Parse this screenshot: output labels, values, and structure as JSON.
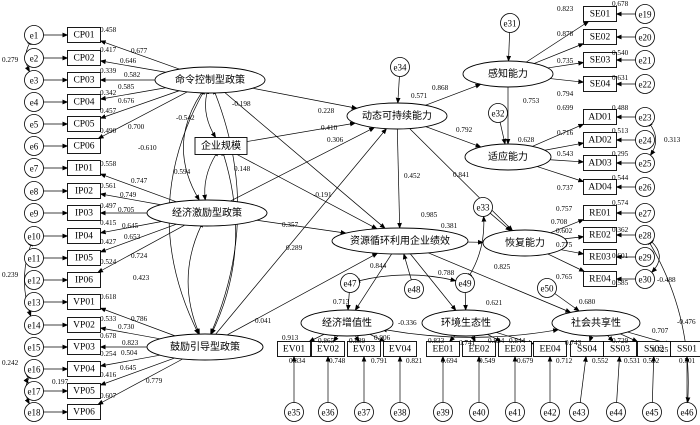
{
  "latent": {
    "l_cmd": {
      "label": "命令控制型政策"
    },
    "l_scale": {
      "label": "企业规模"
    },
    "l_econ": {
      "label": "经济激励型政策"
    },
    "l_guide": {
      "label": "鼓励引导型政策"
    },
    "l_sus": {
      "label": "动态可持续能力"
    },
    "l_perc": {
      "label": "感知能力"
    },
    "l_adapt": {
      "label": "适应能力"
    },
    "l_perf": {
      "label": "资源循环利用企业绩效"
    },
    "l_rec": {
      "label": "恢复能力"
    },
    "l_ev": {
      "label": "经济增值性"
    },
    "l_ee": {
      "label": "环境生态性"
    },
    "l_ss": {
      "label": "社会共享性"
    }
  },
  "observed": {
    "CP01": {
      "label": "CP01"
    },
    "CP02": {
      "label": "CP02"
    },
    "CP03": {
      "label": "CP03"
    },
    "CP04": {
      "label": "CP04"
    },
    "CP05": {
      "label": "CP05"
    },
    "CP06": {
      "label": "CP06"
    },
    "IP01": {
      "label": "IP01"
    },
    "IP02": {
      "label": "IP02"
    },
    "IP03": {
      "label": "IP03"
    },
    "IP04": {
      "label": "IP04"
    },
    "IP05": {
      "label": "IP05"
    },
    "IP06": {
      "label": "IP06"
    },
    "VP01": {
      "label": "VP01"
    },
    "VP02": {
      "label": "VP02"
    },
    "VP03": {
      "label": "VP03"
    },
    "VP04": {
      "label": "VP04"
    },
    "VP05": {
      "label": "VP05"
    },
    "VP06": {
      "label": "VP06"
    },
    "SE01": {
      "label": "SE01"
    },
    "SE02": {
      "label": "SE02"
    },
    "SE03": {
      "label": "SE03"
    },
    "SE04": {
      "label": "SE04"
    },
    "AD01": {
      "label": "AD01"
    },
    "AD02": {
      "label": "AD02"
    },
    "AD03": {
      "label": "AD03"
    },
    "AD04": {
      "label": "AD04"
    },
    "RE01": {
      "label": "RE01"
    },
    "RE02": {
      "label": "RE02"
    },
    "RE03": {
      "label": "RE03"
    },
    "RE04": {
      "label": "RE04"
    },
    "EV01": {
      "label": "EV01"
    },
    "EV02": {
      "label": "EV02"
    },
    "EV03": {
      "label": "EV03"
    },
    "EV04": {
      "label": "EV04"
    },
    "EE01": {
      "label": "EE01"
    },
    "EE02": {
      "label": "EE02"
    },
    "EE03": {
      "label": "EE03"
    },
    "EE04": {
      "label": "EE04"
    },
    "SS04": {
      "label": "SS04"
    },
    "SS03": {
      "label": "SS03"
    },
    "SS02": {
      "label": "SS02"
    },
    "SS01": {
      "label": "SS01"
    }
  },
  "errors": {
    "e1": "e1",
    "e2": "e2",
    "e3": "e3",
    "e4": "e4",
    "e5": "e5",
    "e6": "e6",
    "e7": "e7",
    "e8": "e8",
    "e9": "e9",
    "e10": "e10",
    "e11": "e11",
    "e12": "e12",
    "e13": "e13",
    "e14": "e14",
    "e15": "e15",
    "e16": "e16",
    "e17": "e17",
    "e18": "e18",
    "e19": "e19",
    "e20": "e20",
    "e21": "e21",
    "e22": "e22",
    "e23": "e23",
    "e24": "e24",
    "e25": "e25",
    "e26": "e26",
    "e27": "e27",
    "e28": "e28",
    "e29": "e29",
    "e30": "e30",
    "e31": "e31",
    "e32": "e32",
    "e33": "e33",
    "e34": "e34",
    "e35": "e35",
    "e36": "e36",
    "e37": "e37",
    "e38": "e38",
    "e39": "e39",
    "e40": "e40",
    "e41": "e41",
    "e42": "e42",
    "e43": "e43",
    "e44": "e44",
    "e45": "e45",
    "e46": "e46",
    "e47": "e47",
    "e48": "e48",
    "e49": "e49",
    "e50": "e50"
  },
  "coef": {
    "cp1_sq": "0.458",
    "cp1_ld": "0.677",
    "cp2_sq": "0.417",
    "cp2_ld": "0.646",
    "cp3_sq": "0.339",
    "cp3_ld": "0.582",
    "cp4_sq": "0.342",
    "cp4_ld": "0.585",
    "cp5_sq": "0.457",
    "cp5_ld": "0.676",
    "cp6_sq": "0.490",
    "cp6_ld": "0.700",
    "e1e3": "0.279",
    "ip1_sq": "0.558",
    "ip1_ld": "0.747",
    "ip2_sq": "0.561",
    "ip2_ld": "0.749",
    "ip3_sq": "0.497",
    "ip3_ld": "0.705",
    "ip4_sq": "0.415",
    "ip4_ld": "0.645",
    "ip5_sq": "0.427",
    "ip5_ld": "0.653",
    "ip6_sq": "0.524",
    "ip6_ld": "0.724",
    "e10e14": "0.239",
    "vp1_sq": "0.618",
    "vp1_ld": "0.786",
    "vp2_sq": "0.533",
    "vp2_ld": "0.730",
    "vp3_sq": "0.678",
    "vp3_ld": "0.823",
    "vp4_sq": "0.254",
    "vp4_ld": "0.504",
    "vp5_sq": "0.416",
    "vp5_ld": "0.645",
    "vp6_sq": "0.607",
    "vp6_ld": "0.779",
    "e16e18": "0.242",
    "e16e17": "0.197",
    "cmd_scale": "-0.542",
    "cmd_econ": "-0.610",
    "scale_econ": "0.594",
    "econ_guide": "0.423",
    "cmd_guide_a": "-0.198",
    "cmd_guide_b": "-0.191",
    "cmd_sus": "0.228",
    "scale_sus": "0.410",
    "econ_sus": "0.306",
    "guide_sus": "0.289",
    "scale_perf": "0.148",
    "econ_perf": "0.357",
    "guide_perf": "0.041",
    "sus_perc": "0.868",
    "sus_perc_r": "0.571",
    "sus_adapt": "0.792",
    "sus_rec": "0.841",
    "sus_perf": "0.452",
    "perf_rec": "0.985",
    "rec_r": "0.381",
    "perf_ev": "0.844",
    "perf_ee": "0.788",
    "perf_ss": "0.825",
    "ev_ss": "-0.336",
    "ee_cov": "0.621",
    "ev_r": "0.713",
    "ss_r": "0.680",
    "se1_sq": "0.678",
    "se1_ld": "0.823",
    "se2_ld": "0.878",
    "se3_sq": "0.540",
    "se3_ld": "0.735",
    "se4_sq": "0.631",
    "se4_ld": "0.794",
    "perc_adapt": "0.753",
    "adapt_r": "0.628",
    "ad1_sq": "0.699",
    "ad1_ld": "0.488",
    "ad2_sq": "0.716",
    "ad2_ld": "0.513",
    "ad3_sq": "0.543",
    "ad3_ld": "0.295",
    "ad4_sq": "0.737",
    "ad4_ld": "0.544",
    "e23e25": "0.313",
    "re1_sq": "0.757",
    "re1_ld": "0.708",
    "re1_x": "0.574",
    "re2_sq": "0.602",
    "re2_x": "0.362",
    "re3_ld": "0.775",
    "re3_sq": "0.601",
    "re4_ld": "0.765",
    "re4_sq": "0.585",
    "e28e30": "-0.488",
    "e28e46": "-0.476",
    "ev1_ld": "0.913",
    "ev2_ld": "0.865",
    "ev3_ld": "0.889",
    "ev4_ld": "0.906",
    "ev1_sq": "0.834",
    "ev2_sq": "0.748",
    "ev3_sq": "0.791",
    "ev4_sq": "0.821",
    "ee1_ld": "0.833",
    "ee2_ld": "0.741",
    "ee3_ld": "0.824",
    "ee4_ld": "0.844",
    "ee1_sq": "0.694",
    "ee2_sq": "0.549",
    "ee3_sq": "0.679",
    "ee4_sq": "0.712",
    "ss4_ld": "0.743",
    "ss3_ld": "0.729",
    "ss2_ld": "0.707",
    "ss1_ld": "0.725",
    "ss4_sq": "0.552",
    "ss3_sq": "0.531",
    "ss2_sq": "0.522",
    "ss1_sq": "0.501"
  }
}
